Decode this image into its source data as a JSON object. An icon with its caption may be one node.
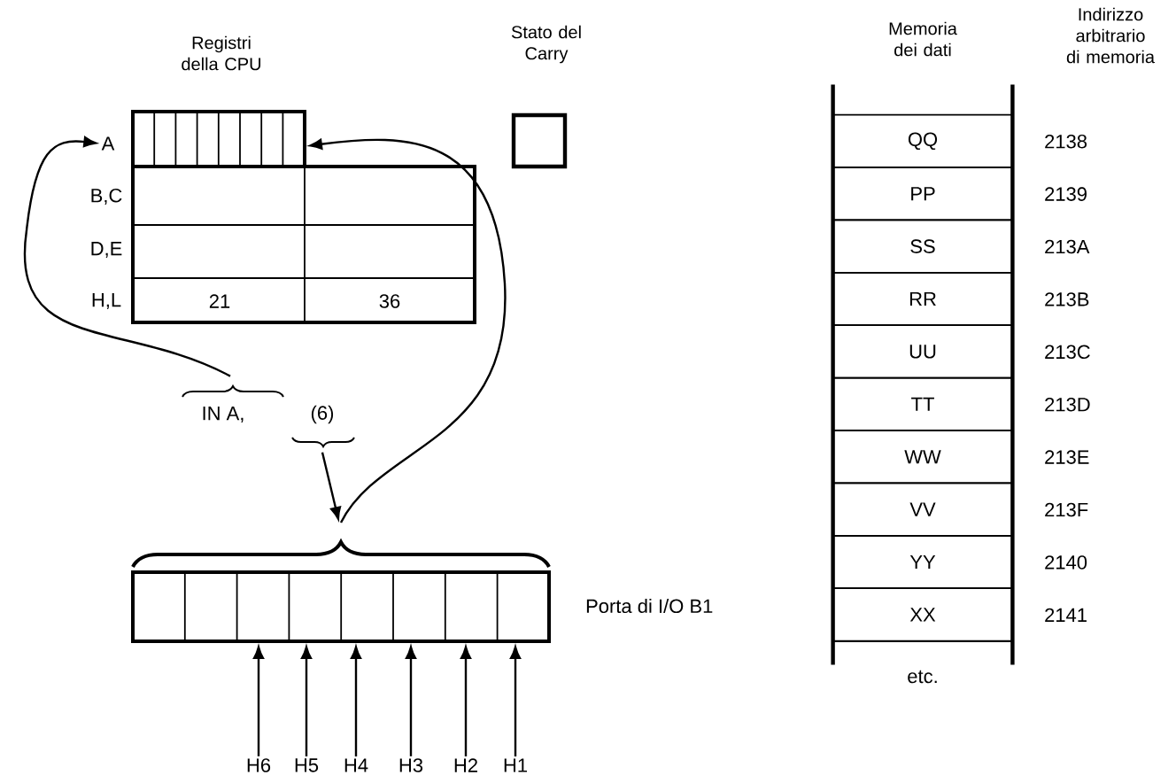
{
  "diagram": {
    "nodes": [
      {
        "text": [
          "A"
        ]
      },
      {
        "text": [],
        "shape": "box"
      },
      {
        "text": [
          "Stato del Carry"
        ]
      },
      {
        "text": [
          "Memoria dei dati"
        ]
      },
      {
        "text": [
          "QQ"
        ],
        "in": 3,
        "beside": [
          "2138"
        ]
      },
      {
        "text": [
          "PP"
        ],
        "in": 3,
        "beside": [
          "2139"
        ]
      },
      {
        "text": [
          "SS"
        ],
        "in": 3,
        "beside": [
          "213A"
        ]
      },
      {
        "text": [
          "RR"
        ],
        "in": 3,
        "beside": [
          "213B"
        ]
      },
      {
        "text": [
          "UU"
        ],
        "in": 3,
        "beside": [
          "213C"
        ]
      },
      {
        "text": [
          "TT"
        ],
        "in": 3,
        "beside": [
          "213D"
        ]
      },
      {
        "text": [
          "WW"
        ],
        "in": 3,
        "beside": [
          "213E"
        ]
      },
      {
        "text": [
          "VV"
        ],
        "in": 3,
        "beside": [
          "213F"
        ]
      },
      {
        "text": [
          "YY"
        ],
        "in": 3,
        "beside": [
          "2140"
        ]
      },
      {
        "text": [
          "XX"
        ],
        "in": 3,
        "beside": [
          "2141"
        ]
      },
      {
        "text": [
          "IN A,"
        ]
      },
      {
        "text": [
          "(6)"
        ]
      },
      {
        "text": [],
        "shape": "box",
        "beside": [
          "Porta di I/O B1"
        ]
      },
      {
        "text": [
          "H6"
        ]
      },
      {
        "text": [
          "H5"
        ]
      },
      {
        "text": [
          "H4"
        ]
      },
      {
        "text": [
          "H3"
        ]
      },
      {
        "text": [
          "H2"
        ]
      },
      {
        "text": [
          "H1"
        ]
      }
    ],
    "edges": [
      {
        "from": 14,
        "to": 0,
        "arrow": "to"
      },
      {
        "from": 16,
        "to": 1,
        "arrow": "to"
      },
      {
        "from": 15,
        "to": 16,
        "arrow": "to"
      },
      {
        "from": 17,
        "to": 16,
        "arrow": "to"
      },
      {
        "from": 18,
        "to": 16,
        "arrow": "to"
      },
      {
        "from": 19,
        "to": 16,
        "arrow": "to"
      },
      {
        "from": 20,
        "to": 16,
        "arrow": "to"
      },
      {
        "from": 21,
        "to": 16,
        "arrow": "to"
      },
      {
        "from": 22,
        "to": 16,
        "arrow": "to"
      }
    ],
    "labels": [
      "Registri della CPU",
      "Indirizzo arbitrario di memoria",
      "B,C",
      "D,E",
      "H,L",
      "21",
      "36",
      "etc."
    ]
  }
}
